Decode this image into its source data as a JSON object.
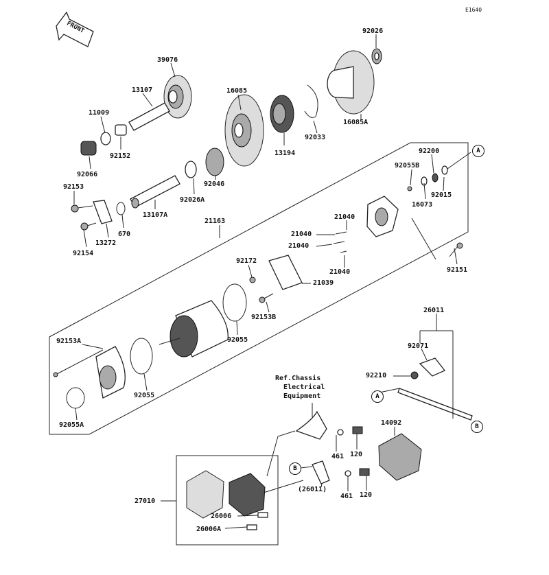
{
  "diagram_code": "E1640",
  "front_label": "FRONT",
  "ref_note": "Ref.Chassis\n  Electrical\n  Equipment",
  "callouts": [
    "A",
    "A",
    "B",
    "B"
  ],
  "parts": {
    "p92026": "92026",
    "p39076": "39076",
    "p13107": "13107",
    "p11009": "11009",
    "p92152": "92152",
    "p92066": "92066",
    "p16085": "16085",
    "p13194": "13194",
    "p92033": "92033",
    "p16085A": "16085A",
    "p92046": "92046",
    "p92026A": "92026A",
    "p13107A": "13107A",
    "p92153": "92153",
    "p670": "670",
    "p13272": "13272",
    "p92154": "92154",
    "p21163": "21163",
    "p92200": "92200",
    "p92055B": "92055B",
    "p92015": "92015",
    "p16073": "16073",
    "p21040a": "21040",
    "p21040b": "21040",
    "p21040c": "21040",
    "p21040d": "21040",
    "p92172": "92172",
    "p21039": "21039",
    "p92153B": "92153B",
    "p92151": "92151",
    "p92055": "92055",
    "p92153A": "92153A",
    "p92055b2": "92055",
    "p92055A": "92055A",
    "p26011": "26011",
    "p92071": "92071",
    "p92210": "92210",
    "p14092": "14092",
    "p461a": "461",
    "p120a": "120",
    "p26011p": "(26011)",
    "p461b": "461",
    "p120b": "120",
    "p27010": "27010",
    "p26006": "26006",
    "p26006A": "26006A"
  }
}
